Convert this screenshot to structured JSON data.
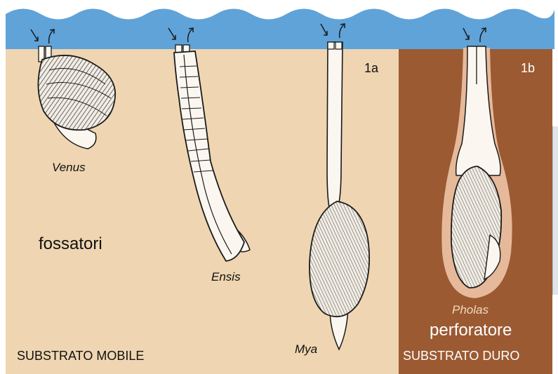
{
  "labels": {
    "venus": "Venus",
    "ensis": "Ensis",
    "mya": "Mya",
    "pholas": "Pholas",
    "fossatori": "fossatori",
    "perforatore": "perforatore",
    "substrato_mobile": "SUBSTRATO MOBILE",
    "substrato_duro": "SUBSTRATO DURO",
    "panel_1a": "1a",
    "panel_1b": "1b"
  },
  "colors": {
    "water": "#5fa3d9",
    "sand": "#efd5b1",
    "rock": "#9b5a32",
    "burrow": "#e6b99a",
    "shell_light": "#fbf7f0",
    "outline": "#1a1a1a"
  }
}
